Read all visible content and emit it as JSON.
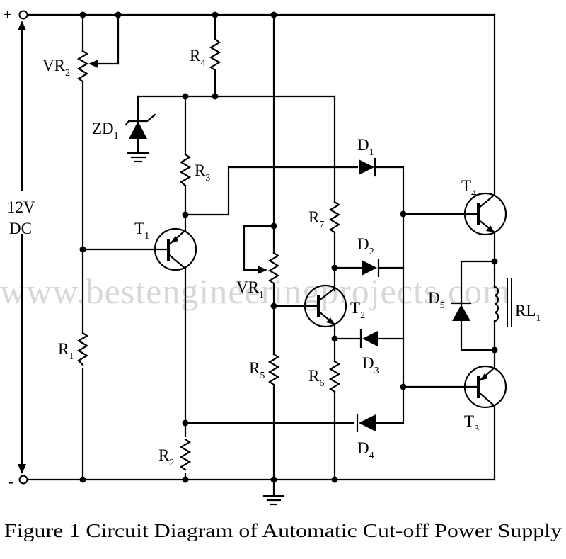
{
  "figure": {
    "caption": "Figure 1 Circuit Diagram of Automatic Cut-off Power Supply",
    "watermark": "www.bestengineeringprojects.com"
  },
  "supply": {
    "plus_terminal": "+",
    "minus_terminal": "-",
    "voltage_line1": "12V",
    "voltage_line2": "DC"
  },
  "components": {
    "VR2": {
      "name": "VR",
      "sub": "2"
    },
    "R4": {
      "name": "R",
      "sub": "4"
    },
    "ZD1": {
      "name": "ZD",
      "sub": "1"
    },
    "R3": {
      "name": "R",
      "sub": "3"
    },
    "T1": {
      "name": "T",
      "sub": "1"
    },
    "R1": {
      "name": "R",
      "sub": "1"
    },
    "R2": {
      "name": "R",
      "sub": "2"
    },
    "VR1": {
      "name": "VR",
      "sub": "1"
    },
    "R5": {
      "name": "R",
      "sub": "5"
    },
    "R7": {
      "name": "R",
      "sub": "7"
    },
    "T2": {
      "name": "T",
      "sub": "2"
    },
    "R6": {
      "name": "R",
      "sub": "6"
    },
    "D1": {
      "name": "D",
      "sub": "1"
    },
    "D2": {
      "name": "D",
      "sub": "2"
    },
    "D3": {
      "name": "D",
      "sub": "3"
    },
    "D4": {
      "name": "D",
      "sub": "4"
    },
    "D5": {
      "name": "D",
      "sub": "5"
    },
    "T3": {
      "name": "T",
      "sub": "3"
    },
    "T4": {
      "name": "T",
      "sub": "4"
    },
    "RL1": {
      "name": "RL",
      "sub": "1"
    }
  }
}
